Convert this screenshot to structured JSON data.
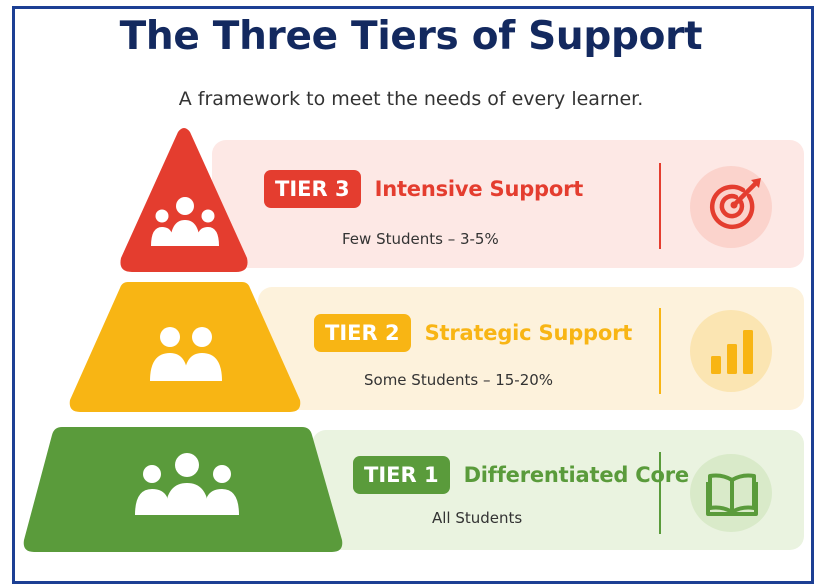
{
  "header": {
    "title": "The Three Tiers of Support",
    "subtitle": "A framework to meet the needs of every learner."
  },
  "tiers": [
    {
      "badge": "TIER 3",
      "name": "Intensive Support",
      "description": "Few Students – 3-5%",
      "icon": "target-icon",
      "color": "#e43d2f",
      "light": "#fde8e5",
      "circle": "#fbd3cc"
    },
    {
      "badge": "TIER 2",
      "name": "Strategic Support",
      "description": "Some Students – 15-20%",
      "icon": "bar-chart-icon",
      "color": "#f8b514",
      "light": "#fdf2dc",
      "circle": "#fbe5b2"
    },
    {
      "badge": "TIER 1",
      "name": "Differentiated Core",
      "description": "All Students",
      "icon": "book-icon",
      "color": "#5a9b3b",
      "light": "#eaf3e0",
      "circle": "#d9eac9"
    }
  ]
}
